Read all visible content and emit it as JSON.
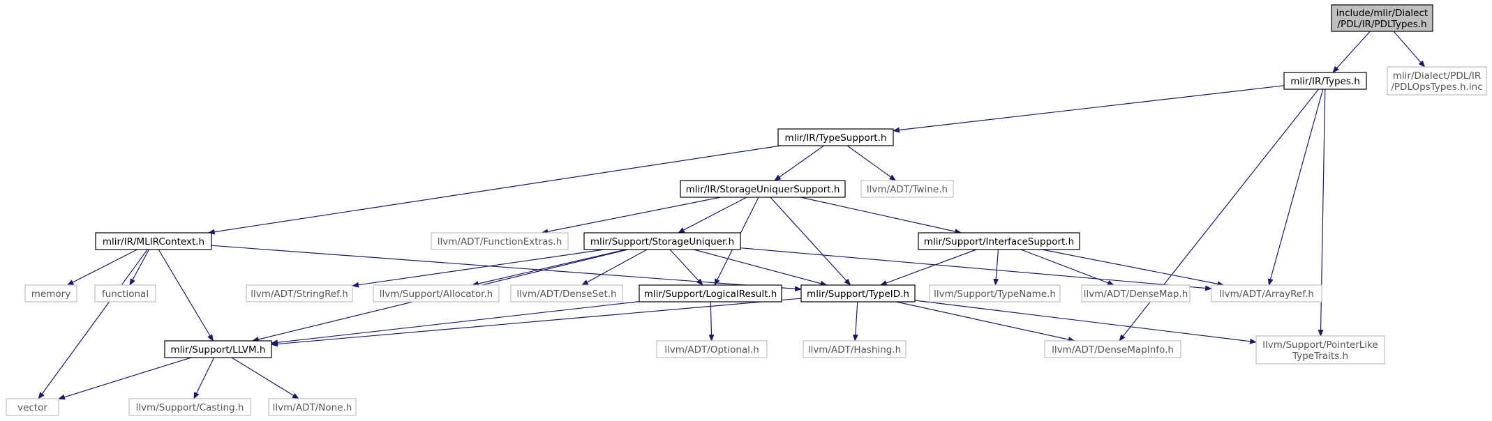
{
  "diagram": {
    "nodes": [
      {
        "id": "root",
        "lines": [
          "include/mlir/Dialect",
          "/PDL/IR/PDLTypes.h"
        ],
        "style": "root"
      },
      {
        "id": "types",
        "lines": [
          "mlir/IR/Types.h"
        ],
        "style": "doc"
      },
      {
        "id": "pdlops",
        "lines": [
          "mlir/Dialect/PDL/IR",
          "/PDLOpsTypes.h.inc"
        ],
        "style": "ext"
      },
      {
        "id": "typesupport",
        "lines": [
          "mlir/IR/TypeSupport.h"
        ],
        "style": "doc"
      },
      {
        "id": "storageuniquersupport",
        "lines": [
          "mlir/IR/StorageUniquerSupport.h"
        ],
        "style": "doc"
      },
      {
        "id": "twine",
        "lines": [
          "llvm/ADT/Twine.h"
        ],
        "style": "ext"
      },
      {
        "id": "mlircontext",
        "lines": [
          "mlir/IR/MLIRContext.h"
        ],
        "style": "doc"
      },
      {
        "id": "functionextras",
        "lines": [
          "llvm/ADT/FunctionExtras.h"
        ],
        "style": "ext"
      },
      {
        "id": "storageuniquer",
        "lines": [
          "mlir/Support/StorageUniquer.h"
        ],
        "style": "doc"
      },
      {
        "id": "interfacesupport",
        "lines": [
          "mlir/Support/InterfaceSupport.h"
        ],
        "style": "doc"
      },
      {
        "id": "memory",
        "lines": [
          "memory"
        ],
        "style": "ext"
      },
      {
        "id": "functional",
        "lines": [
          "functional"
        ],
        "style": "ext"
      },
      {
        "id": "stringref",
        "lines": [
          "llvm/ADT/StringRef.h"
        ],
        "style": "ext"
      },
      {
        "id": "allocator",
        "lines": [
          "llvm/Support/Allocator.h"
        ],
        "style": "ext"
      },
      {
        "id": "denseset",
        "lines": [
          "llvm/ADT/DenseSet.h"
        ],
        "style": "ext"
      },
      {
        "id": "logicalresult",
        "lines": [
          "mlir/Support/LogicalResult.h"
        ],
        "style": "doc"
      },
      {
        "id": "typeid",
        "lines": [
          "mlir/Support/TypeID.h"
        ],
        "style": "doc"
      },
      {
        "id": "typename",
        "lines": [
          "llvm/Support/TypeName.h"
        ],
        "style": "ext"
      },
      {
        "id": "densemap",
        "lines": [
          "llvm/ADT/DenseMap.h"
        ],
        "style": "ext"
      },
      {
        "id": "arrayref",
        "lines": [
          "llvm/ADT/ArrayRef.h"
        ],
        "style": "ext"
      },
      {
        "id": "llvmh",
        "lines": [
          "mlir/Support/LLVM.h"
        ],
        "style": "doc"
      },
      {
        "id": "optional",
        "lines": [
          "llvm/ADT/Optional.h"
        ],
        "style": "ext"
      },
      {
        "id": "hashing",
        "lines": [
          "llvm/ADT/Hashing.h"
        ],
        "style": "ext"
      },
      {
        "id": "densemapinfo",
        "lines": [
          "llvm/ADT/DenseMapInfo.h"
        ],
        "style": "ext"
      },
      {
        "id": "pointerlike",
        "lines": [
          "llvm/Support/PointerLike",
          "TypeTraits.h"
        ],
        "style": "ext"
      },
      {
        "id": "vector",
        "lines": [
          "vector"
        ],
        "style": "ext"
      },
      {
        "id": "casting",
        "lines": [
          "llvm/Support/Casting.h"
        ],
        "style": "ext"
      },
      {
        "id": "none",
        "lines": [
          "llvm/ADT/None.h"
        ],
        "style": "ext"
      }
    ],
    "edges": [
      [
        "root",
        "types"
      ],
      [
        "root",
        "pdlops"
      ],
      [
        "types",
        "typesupport"
      ],
      [
        "types",
        "arrayref"
      ],
      [
        "types",
        "densemapinfo"
      ],
      [
        "types",
        "pointerlike"
      ],
      [
        "typesupport",
        "mlircontext"
      ],
      [
        "typesupport",
        "storageuniquersupport"
      ],
      [
        "typesupport",
        "twine"
      ],
      [
        "storageuniquersupport",
        "functionextras"
      ],
      [
        "storageuniquersupport",
        "storageuniquer"
      ],
      [
        "storageuniquersupport",
        "logicalresult"
      ],
      [
        "storageuniquersupport",
        "typeid"
      ],
      [
        "storageuniquersupport",
        "interfacesupport"
      ],
      [
        "mlircontext",
        "memory"
      ],
      [
        "mlircontext",
        "functional"
      ],
      [
        "mlircontext",
        "llvmh"
      ],
      [
        "mlircontext",
        "typeid"
      ],
      [
        "mlircontext",
        "vector"
      ],
      [
        "storageuniquer",
        "llvmh"
      ],
      [
        "storageuniquer",
        "stringref"
      ],
      [
        "storageuniquer",
        "allocator"
      ],
      [
        "storageuniquer",
        "denseset"
      ],
      [
        "storageuniquer",
        "logicalresult"
      ],
      [
        "storageuniquer",
        "typeid"
      ],
      [
        "storageuniquer",
        "arrayref"
      ],
      [
        "interfacesupport",
        "typeid"
      ],
      [
        "interfacesupport",
        "typename"
      ],
      [
        "interfacesupport",
        "densemap"
      ],
      [
        "interfacesupport",
        "arrayref"
      ],
      [
        "logicalresult",
        "llvmh"
      ],
      [
        "logicalresult",
        "optional"
      ],
      [
        "typeid",
        "llvmh"
      ],
      [
        "typeid",
        "hashing"
      ],
      [
        "typeid",
        "densemapinfo"
      ],
      [
        "typeid",
        "pointerlike"
      ],
      [
        "llvmh",
        "vector"
      ],
      [
        "llvmh",
        "casting"
      ],
      [
        "llvmh",
        "none"
      ]
    ],
    "colors": {
      "edge": "#191970",
      "doc_border": "#000000",
      "ext_border": "#bfbfbf",
      "root_fill": "#bfbfbf"
    }
  }
}
